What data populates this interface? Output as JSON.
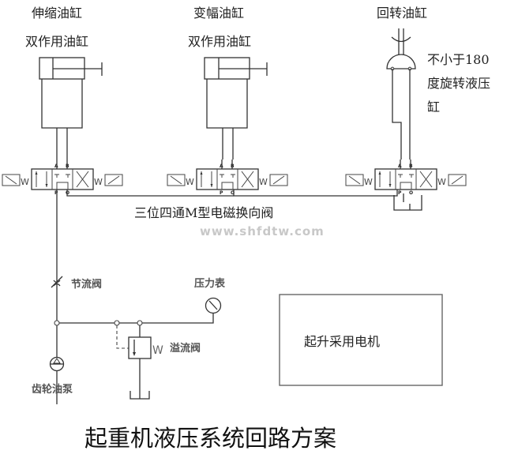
{
  "title": "起重机液压系统回路方案",
  "watermark": "www.shfdtw.com",
  "cylinders": [
    {
      "label_line1": "伸缩油缸",
      "label_line2": "双作用油缸"
    },
    {
      "label_line1": "变幅油缸",
      "label_line2": "双作用油缸"
    },
    {
      "label_line1": "回转油缸",
      "note_line1": "不小于180",
      "note_line2": "度旋转液压",
      "note_line3": "缸"
    }
  ],
  "valve": {
    "label": "三位四通M型电磁换向阀",
    "ports": {
      "a": "A",
      "b": "B",
      "p": "P",
      "o": "O"
    },
    "spring_symbol": "W"
  },
  "components": {
    "throttle_valve": "节流阀",
    "pressure_gauge": "压力表",
    "relief_valve": "溢流阀",
    "relief_spring": "W",
    "gear_pump": "齿轮油泵"
  },
  "motor_box": {
    "label": "起升采用电机"
  }
}
